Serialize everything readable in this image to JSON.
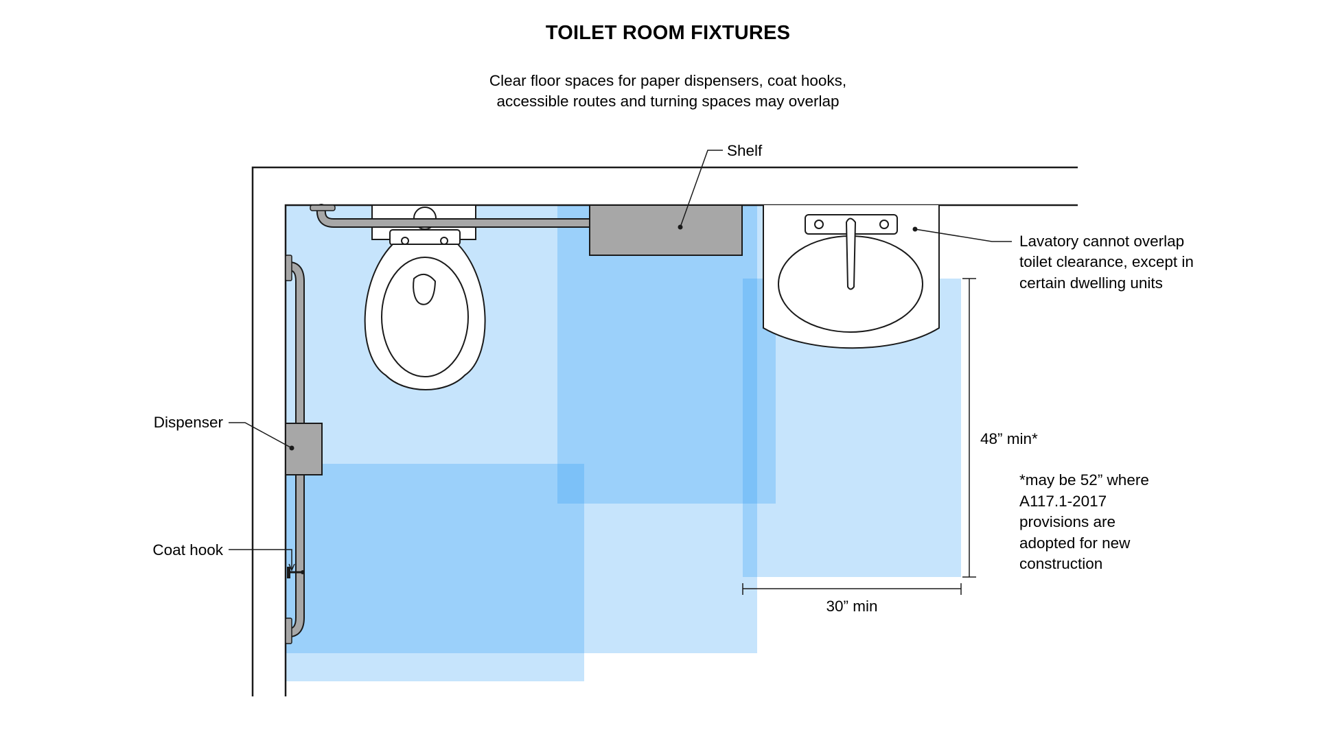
{
  "title": "TOILET ROOM FIXTURES",
  "subtitle": {
    "line1": "Clear floor spaces for paper dispensers, coat hooks,",
    "line2": "accessible routes and turning spaces may overlap"
  },
  "labels": {
    "shelf": "Shelf",
    "dispenser": "Dispenser",
    "coat_hook": "Coat hook",
    "lavatory_note": {
      "line1": "Lavatory cannot overlap",
      "line2": "toilet clearance, except in",
      "line3": "certain dwelling units"
    },
    "depth_dimension": "48” min*",
    "width_dimension": "30” min",
    "footnote": {
      "line1": "*may be 52” where",
      "line2": "A117.1-2017",
      "line3": "provisions are",
      "line4": "adopted for new",
      "line5": "construction"
    }
  },
  "colors": {
    "clearance_light": "#c6e2fb",
    "clearance_overlap": "#7ebdf4",
    "fixture_gray": "#a7a7a7",
    "line": "#1a1a1a"
  }
}
